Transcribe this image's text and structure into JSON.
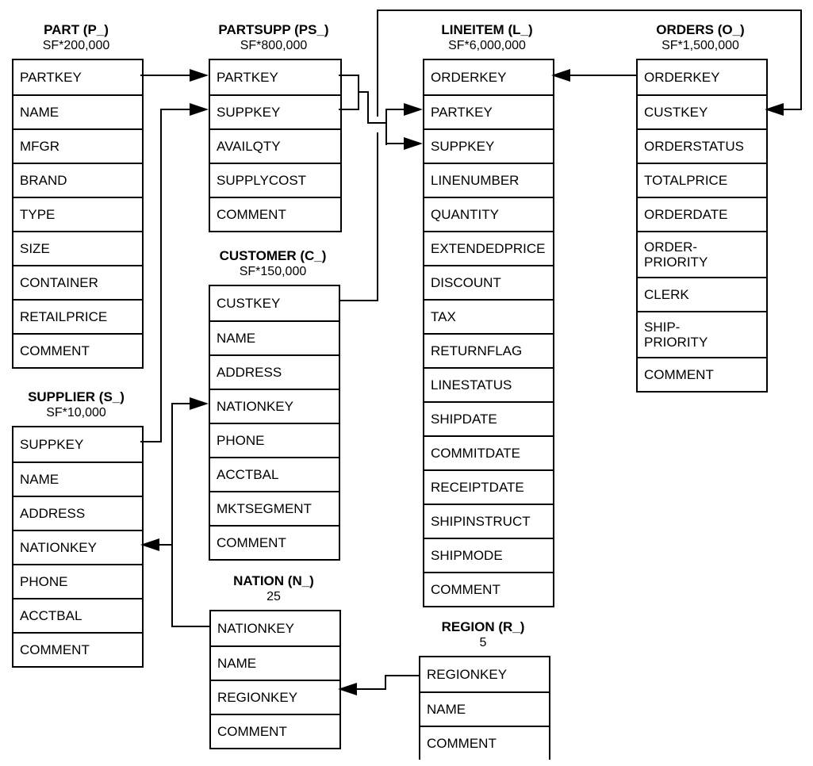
{
  "diagram": {
    "kind": "entity-relationship-schema",
    "colors": {
      "line": "#000000",
      "text": "#000000",
      "background": "#ffffff"
    }
  },
  "tables": [
    {
      "id": "part",
      "title": "PART (P_)",
      "cardinality": "SF*200,000",
      "columns": [
        "PARTKEY",
        "NAME",
        "MFGR",
        "BRAND",
        "TYPE",
        "SIZE",
        "CONTAINER",
        "RETAILPRICE",
        "COMMENT"
      ]
    },
    {
      "id": "partsupp",
      "title": "PARTSUPP (PS_)",
      "cardinality": "SF*800,000",
      "columns": [
        "PARTKEY",
        "SUPPKEY",
        "AVAILQTY",
        "SUPPLYCOST",
        "COMMENT"
      ]
    },
    {
      "id": "lineitem",
      "title": "LINEITEM (L_)",
      "cardinality": "SF*6,000,000",
      "columns": [
        "ORDERKEY",
        "PARTKEY",
        "SUPPKEY",
        "LINENUMBER",
        "QUANTITY",
        "EXTENDEDPRICE",
        "DISCOUNT",
        "TAX",
        "RETURNFLAG",
        "LINESTATUS",
        "SHIPDATE",
        "COMMITDATE",
        "RECEIPTDATE",
        "SHIPINSTRUCT",
        "SHIPMODE",
        "COMMENT"
      ]
    },
    {
      "id": "orders",
      "title": "ORDERS (O_)",
      "cardinality": "SF*1,500,000",
      "columns": [
        "ORDERKEY",
        "CUSTKEY",
        "ORDERSTATUS",
        "TOTALPRICE",
        "ORDERDATE",
        "ORDER-\nPRIORITY",
        "CLERK",
        "SHIP-\nPRIORITY",
        "COMMENT"
      ]
    },
    {
      "id": "customer",
      "title": "CUSTOMER (C_)",
      "cardinality": "SF*150,000",
      "columns": [
        "CUSTKEY",
        "NAME",
        "ADDRESS",
        "NATIONKEY",
        "PHONE",
        "ACCTBAL",
        "MKTSEGMENT",
        "COMMENT"
      ]
    },
    {
      "id": "supplier",
      "title": "SUPPLIER (S_)",
      "cardinality": "SF*10,000",
      "columns": [
        "SUPPKEY",
        "NAME",
        "ADDRESS",
        "NATIONKEY",
        "PHONE",
        "ACCTBAL",
        "COMMENT"
      ]
    },
    {
      "id": "nation",
      "title": "NATION (N_)",
      "cardinality": "25",
      "columns": [
        "NATIONKEY",
        "NAME",
        "REGIONKEY",
        "COMMENT"
      ]
    },
    {
      "id": "region",
      "title": "REGION (R_)",
      "cardinality": "5",
      "columns": [
        "REGIONKEY",
        "NAME",
        "COMMENT"
      ]
    }
  ],
  "relationships": [
    {
      "from": "PART.PARTKEY",
      "to": "PARTSUPP.PARTKEY"
    },
    {
      "from": "SUPPLIER.SUPPKEY",
      "to": "PARTSUPP.SUPPKEY"
    },
    {
      "from": "PARTSUPP.PARTKEY",
      "to": "LINEITEM.PARTKEY"
    },
    {
      "from": "PARTSUPP.SUPPKEY",
      "to": "LINEITEM.SUPPKEY"
    },
    {
      "from": "ORDERS.ORDERKEY",
      "to": "LINEITEM.ORDERKEY"
    },
    {
      "from": "CUSTOMER.CUSTKEY",
      "to": "ORDERS.CUSTKEY"
    },
    {
      "from": "NATION.NATIONKEY",
      "to": "CUSTOMER.NATIONKEY"
    },
    {
      "from": "NATION.NATIONKEY",
      "to": "SUPPLIER.NATIONKEY"
    },
    {
      "from": "REGION.REGIONKEY",
      "to": "NATION.REGIONKEY"
    }
  ]
}
